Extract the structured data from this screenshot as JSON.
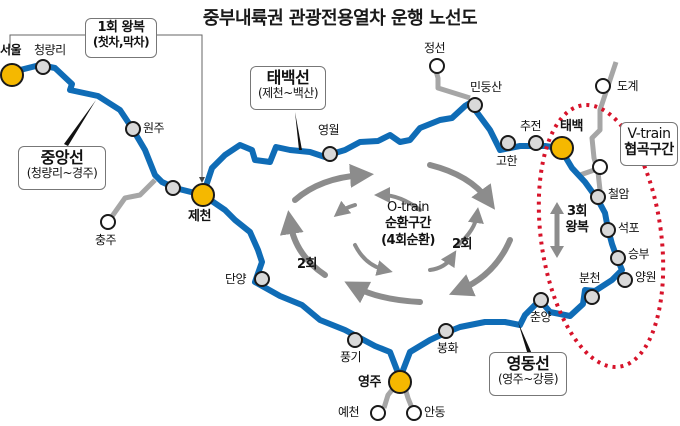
{
  "title": "중부내륙권 관광전용열차 운행 노선도",
  "colors": {
    "main_line": "#0f6cb6",
    "branch_line": "#a6a6a6",
    "hub_station": "#f5b800",
    "station": "#d9d9d9",
    "vtrain_zone": "#d7132a",
    "circulation_arrow": "#8c8c8c"
  },
  "lines": {
    "jungang": {
      "name": "중앙선",
      "range": "(청량리~경주)"
    },
    "taebaek": {
      "name": "태백선",
      "range": "(제천~백산)"
    },
    "yeongdong": {
      "name": "영동선",
      "range": "(영주~강릉)"
    }
  },
  "callouts": {
    "round_trip_1": {
      "line1": "1회 왕복",
      "line2": "(첫차,막차)"
    },
    "vtrain": {
      "line1": "V-train",
      "line2": "협곡구간"
    },
    "vtrain_trips": {
      "line1": "3회",
      "line2": "왕복"
    }
  },
  "otrain": {
    "line1": "O-train",
    "line2": "순환구간",
    "line3": "(4회순환)",
    "left_count": "2회",
    "right_count": "2회"
  },
  "stations": {
    "seoul": "서울",
    "cheongnyangni": "청량리",
    "wonju": "원주",
    "chungju": "충주",
    "jecheon": "제천",
    "yeongwol": "영월",
    "jeongseon": "정선",
    "mindungsan": "민둥산",
    "gohan": "고한",
    "chujeon": "추전",
    "taebaek": "태백",
    "dogye": "도계",
    "cheoram": "철암",
    "seokpo": "석포",
    "seungbu": "승부",
    "yangwon": "양원",
    "buncheon": "분천",
    "chunyang": "춘양",
    "bonghwa": "봉화",
    "yeongju": "영주",
    "punggi": "풍기",
    "danyang": "단양",
    "yecheon": "예천",
    "andong": "안동"
  }
}
